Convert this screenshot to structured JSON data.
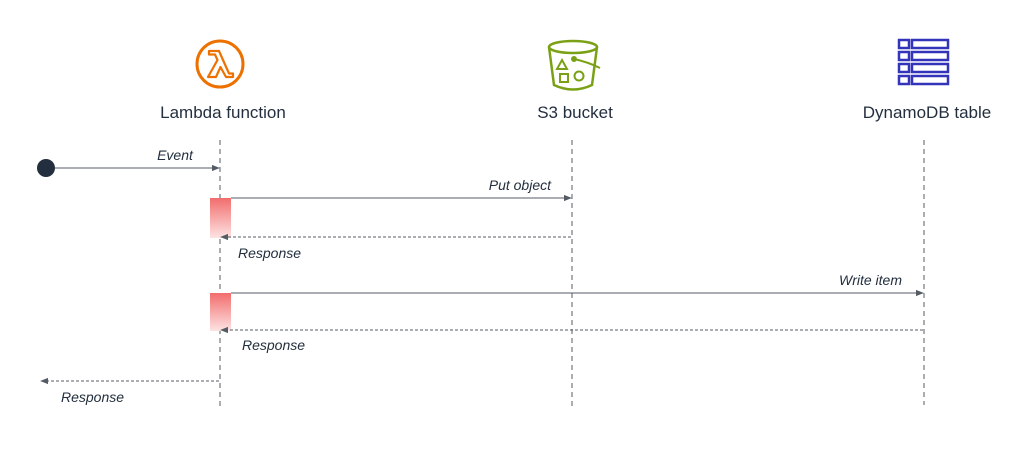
{
  "actors": {
    "lambda": {
      "label": "Lambda function",
      "icon": "lambda-icon",
      "color": "#ED7100"
    },
    "s3": {
      "label": "S3 bucket",
      "icon": "s3-bucket-icon",
      "color": "#7AA116"
    },
    "dynamodb": {
      "label": "DynamoDB table",
      "icon": "dynamodb-table-icon",
      "color": "#3334B9"
    }
  },
  "messages": {
    "event": "Event",
    "put_object": "Put object",
    "response_s3": "Response",
    "write_item": "Write item",
    "response_dynamodb": "Response",
    "response_final": "Response"
  },
  "colors": {
    "line": "#545b64",
    "activation": "#f26d6d",
    "start_dot": "#232f3e"
  }
}
